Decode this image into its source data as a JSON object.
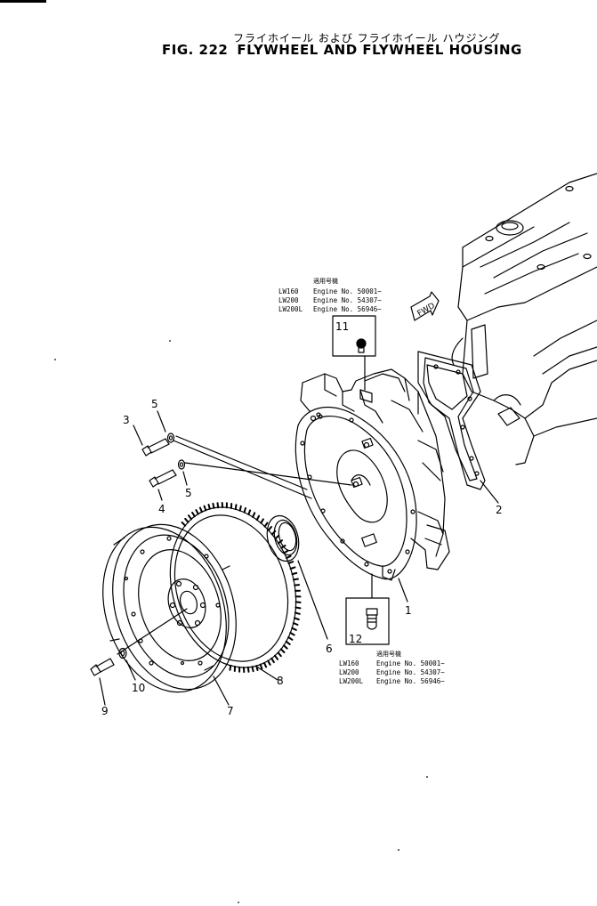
{
  "header": {
    "title_jp": "フライホイール および フライホイール ハウジング",
    "fig_label": "FIG. 222",
    "title_en": "FLYWHEEL AND FLYWHEEL HOUSING"
  },
  "direction_tag": "FWD",
  "serial_block_upper": {
    "heading": "適用号機",
    "rows": [
      {
        "model": "LW160",
        "engine": "Engine No. 50001~"
      },
      {
        "model": "LW200",
        "engine": "Engine No. 54307~"
      },
      {
        "model": "LW200L",
        "engine": "Engine No. 56946~"
      }
    ]
  },
  "serial_block_lower": {
    "heading": "適用号機",
    "rows": [
      {
        "model": "LW160",
        "engine": "Engine No. 50001~"
      },
      {
        "model": "LW200",
        "engine": "Engine No. 54307~"
      },
      {
        "model": "LW200L",
        "engine": "Engine No. 56946~"
      }
    ]
  },
  "callouts": {
    "p1": "1",
    "p2": "2",
    "p3": "3",
    "p4": "4",
    "p5a": "5",
    "p5b": "5",
    "p6": "6",
    "p7": "7",
    "p8": "8",
    "p9": "9",
    "p10": "10",
    "p11": "11",
    "p12": "12"
  }
}
